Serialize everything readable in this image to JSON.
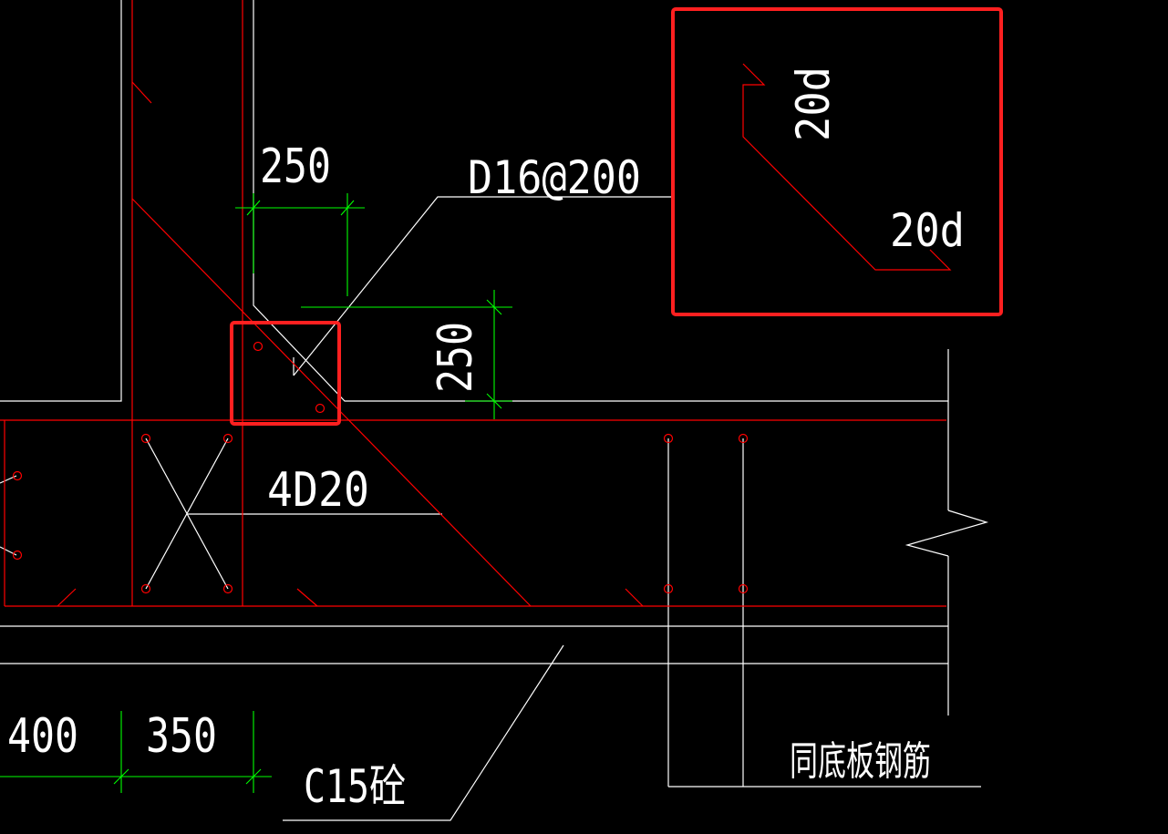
{
  "colors": {
    "background": "#000000",
    "line_white": "#ffffff",
    "line_red": "#ff0000",
    "dimension_green": "#00ff00",
    "highlight_red": "#ff2020"
  },
  "annotations": {
    "dim_250_horizontal": "250",
    "dim_250_vertical": "250",
    "rebar_callout": "D16@200",
    "corner_bars": "4D20",
    "detail_20d_vertical": "20d",
    "detail_20d_horizontal": "20d",
    "dim_400": "400",
    "dim_350": "350",
    "concrete_label": "C15砼",
    "slab_rebar_note": "同底板钢筋"
  }
}
